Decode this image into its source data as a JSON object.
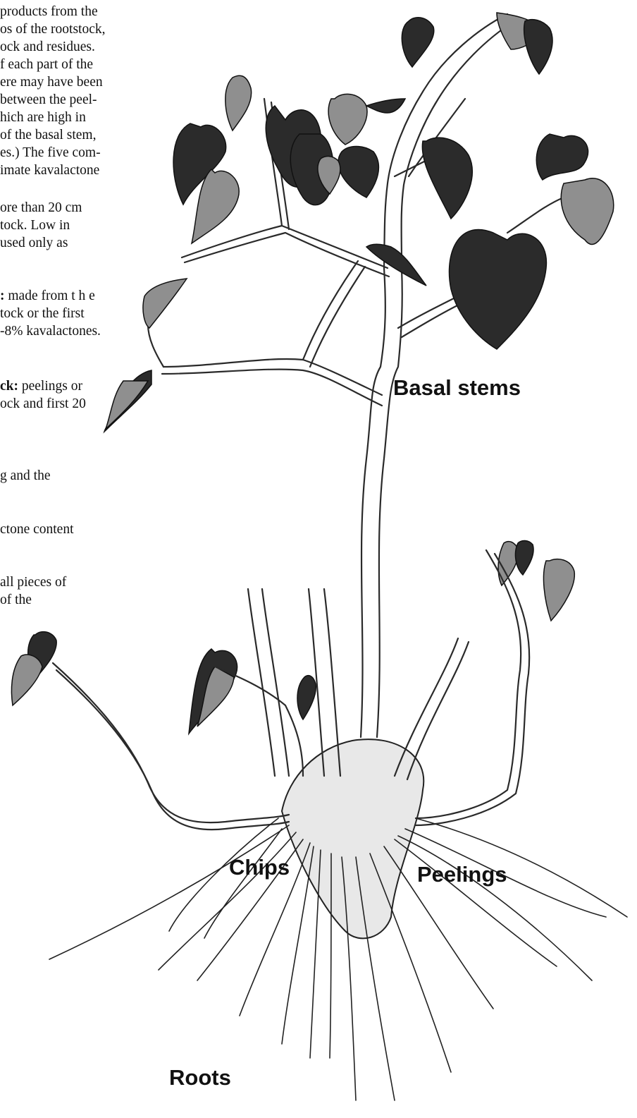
{
  "paragraphs": [
    {
      "lines": [
        "products from the",
        "os of the rootstock,",
        "ock and residues.",
        "f each part of the",
        "ere may have been",
        "between the peel-",
        "hich are high in",
        "of the basal stem,",
        "es.) The five com-",
        "imate kavalactone"
      ]
    },
    {
      "lines": [
        "ore than 20 cm",
        "tock. Low in",
        "used only as"
      ]
    },
    {
      "bold_lead": ":",
      "lines": [
        " made from t h e",
        "tock or the first",
        "-8% kavalactones."
      ]
    },
    {
      "bold_lead": "ck:",
      "lines": [
        " peelings or",
        "ock and first 20"
      ]
    },
    {
      "lines": [
        "g and the"
      ]
    },
    {
      "lines": [
        "ctone content"
      ]
    },
    {
      "lines": [
        "all pieces of",
        "of the"
      ]
    }
  ],
  "figure_labels": {
    "basal_stems": "Basal stems",
    "chips": "Chips",
    "peelings": "Peelings",
    "roots": "Roots"
  }
}
